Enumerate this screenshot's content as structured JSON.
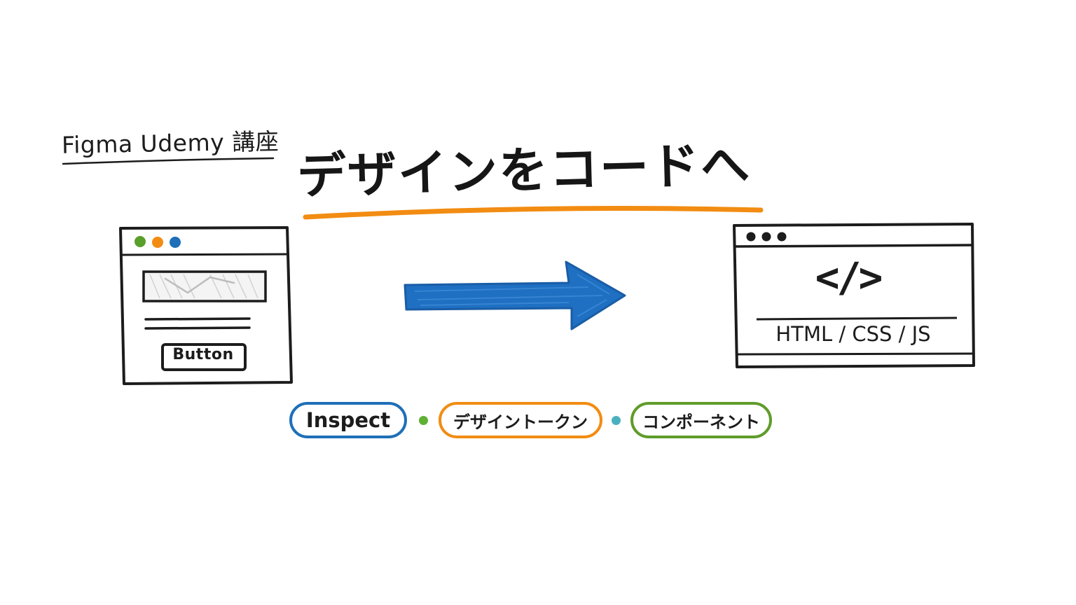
{
  "kicker": "Figma Udemy 講座",
  "headline": "デザインをコードへ",
  "design_mock": {
    "button_label": "Button",
    "window_dot_colors": [
      "#5a9e2b",
      "#f28c12",
      "#1f6fb8"
    ]
  },
  "code_window": {
    "glyph": "</>",
    "caption": "HTML / CSS / JS"
  },
  "tags": [
    {
      "label": "Inspect",
      "color": "#1f6fb8"
    },
    {
      "label": "デザイントークン",
      "color": "#f28c12"
    },
    {
      "label": "コンポーネント",
      "color": "#5f9c2a"
    }
  ],
  "separators": [
    "#5fb033",
    "#4ab0c0"
  ],
  "colors": {
    "accent_underline": "#f28c12",
    "arrow": "#1f6fc2",
    "ink": "#1c1c1c"
  }
}
